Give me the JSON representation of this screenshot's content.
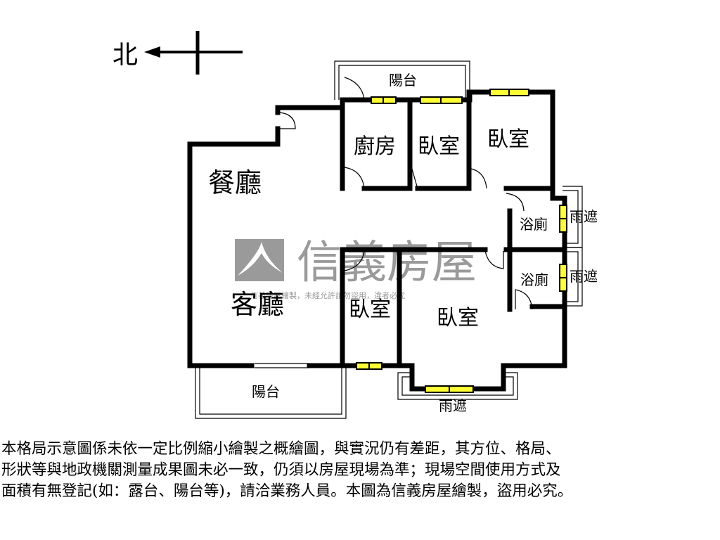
{
  "compass": {
    "label": "北"
  },
  "watermark": {
    "brand": "信義房屋",
    "notice": "信義房屋繪製，未經允許請勿盜用，違者必究"
  },
  "rooms": {
    "balcony_top": "陽台",
    "kitchen": "廚房",
    "bedroom_1": "臥室",
    "bedroom_2": "臥室",
    "dining": "餐廳",
    "bath_1": "浴廁",
    "bath_2": "浴廁",
    "rain_cover_1": "雨遮",
    "rain_cover_2": "雨遮",
    "living": "客廳",
    "bedroom_3": "臥室",
    "bedroom_4": "臥室",
    "balcony_bottom": "陽台",
    "rain_cover_3": "雨遮"
  },
  "colors": {
    "wall": "#000000",
    "window": "#ffff33",
    "watermark": "#9a9a9a"
  },
  "disclaimer": [
    "本格局示意圖係未依一定比例縮小繪製之概繪圖，與實況仍有差距，其方位、格局、",
    "形狀等與地政機關測量成果圖未必一致，仍須以房屋現場為準；現場空間使用方式及",
    "面積有無登記(如：露台、陽台等)，請洽業務人員。本圖為信義房屋繪製，盜用必究。"
  ]
}
